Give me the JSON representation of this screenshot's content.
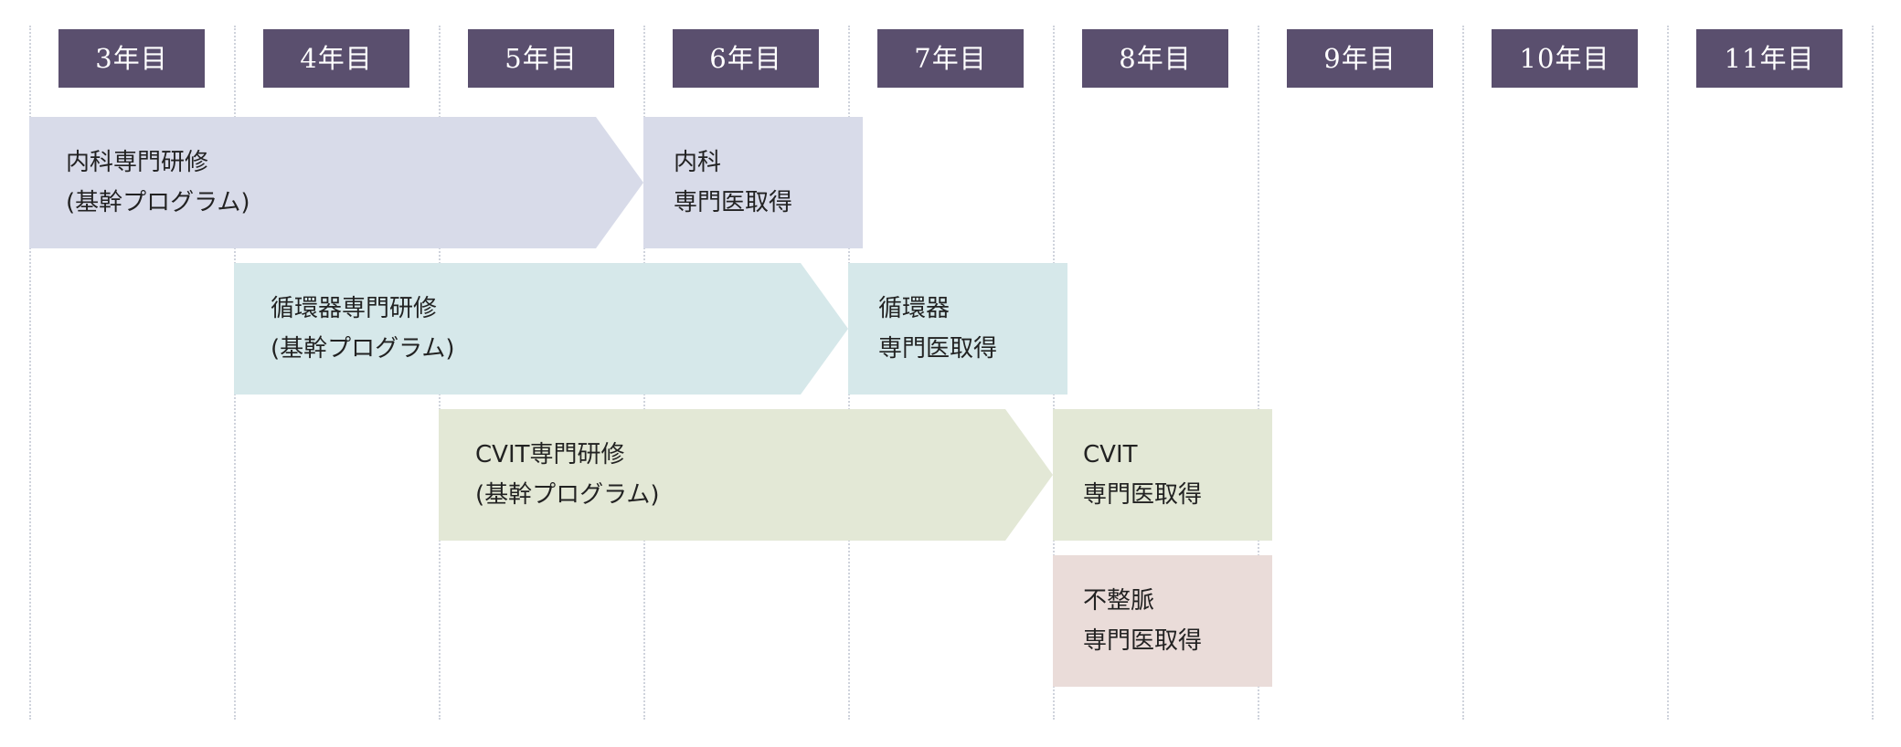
{
  "years": [
    {
      "label": "3年目"
    },
    {
      "label": "4年目"
    },
    {
      "label": "5年目"
    },
    {
      "label": "6年目"
    },
    {
      "label": "7年目"
    },
    {
      "label": "8年目"
    },
    {
      "label": "9年目"
    },
    {
      "label": "10年目"
    },
    {
      "label": "11年目"
    }
  ],
  "rows": [
    {
      "training": {
        "line1": "内科専門研修",
        "line2": "(基幹プログラム)"
      },
      "outcome": {
        "line1": "内科",
        "line2": "専門医取得"
      },
      "color": "#d8dbe9"
    },
    {
      "training": {
        "line1": "循環器専門研修",
        "line2": "(基幹プログラム)"
      },
      "outcome": {
        "line1": "循環器",
        "line2": "専門医取得"
      },
      "color": "#d6e8ea"
    },
    {
      "training": {
        "line1": "CVIT専門研修",
        "line2": "(基幹プログラム)"
      },
      "outcome": {
        "line1": "CVIT",
        "line2": "専門医取得"
      },
      "color": "#e3e8d6"
    }
  ],
  "extra": {
    "line1": "不整脈",
    "line2": "専門医取得",
    "color": "#eadcd9"
  }
}
